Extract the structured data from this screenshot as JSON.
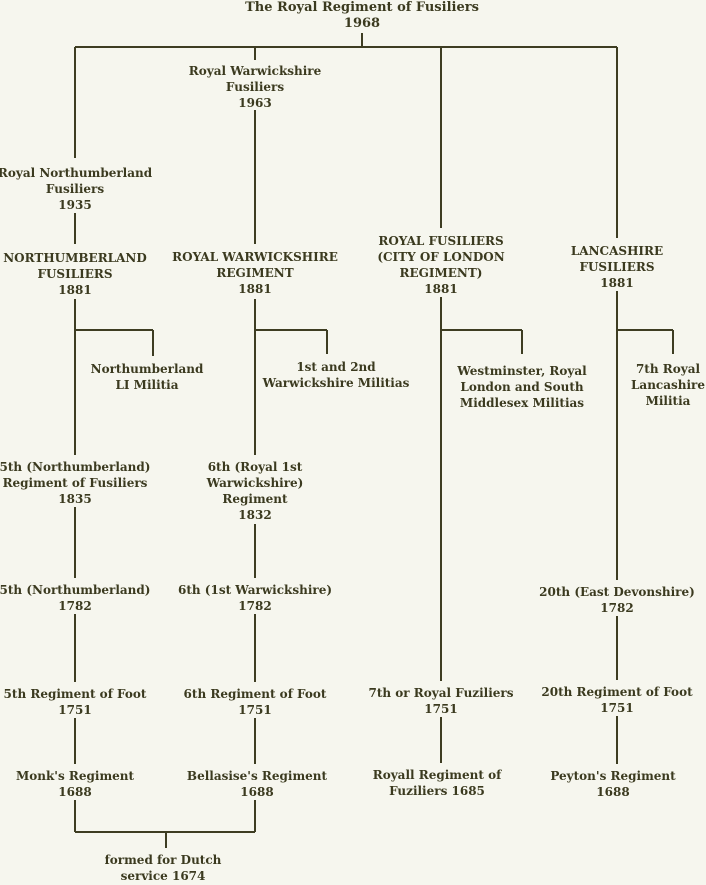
{
  "nodes": {
    "root": {
      "lines": [
        "The Royal Regiment of Fusiliers",
        "1968"
      ]
    },
    "rwf": {
      "lines": [
        "Royal Warwickshire",
        "Fusiliers",
        "1963"
      ]
    },
    "rnf": {
      "lines": [
        "Royal Northumberland",
        "Fusiliers",
        "1935"
      ]
    },
    "nf": {
      "lines": [
        "NORTHUMBERLAND",
        "FUSILIERS",
        "1881"
      ]
    },
    "rwr": {
      "lines": [
        "ROYAL WARWICKSHIRE",
        "REGIMENT",
        "1881"
      ]
    },
    "rf": {
      "lines": [
        "ROYAL FUSILIERS",
        "(CITY OF LONDON",
        "REGIMENT)",
        "1881"
      ]
    },
    "lf": {
      "lines": [
        "LANCASHIRE",
        "FUSILIERS",
        "1881"
      ]
    },
    "nlim": {
      "lines": [
        "Northumberland",
        "LI Militia"
      ]
    },
    "wmil": {
      "lines": [
        "1st and 2nd",
        "Warwickshire Militias"
      ]
    },
    "wlsm": {
      "lines": [
        "Westminster, Royal",
        "London and South",
        "Middlesex Militias"
      ]
    },
    "lmil": {
      "lines": [
        "7th Royal",
        "Lancashire",
        "Militia"
      ]
    },
    "n5_1835": {
      "lines": [
        "5th (Northumberland)",
        "Regiment of Fusiliers",
        "1835"
      ]
    },
    "w6_1832": {
      "lines": [
        "6th (Royal 1st",
        "Warwickshire)",
        "Regiment",
        "1832"
      ]
    },
    "n5_1782": {
      "lines": [
        "5th (Northumberland)",
        "1782"
      ]
    },
    "w6_1782": {
      "lines": [
        "6th (1st Warwickshire)",
        "1782"
      ]
    },
    "l20_1782": {
      "lines": [
        "20th (East Devonshire)",
        "1782"
      ]
    },
    "n5_1751": {
      "lines": [
        "5th Regiment of Foot",
        "1751"
      ]
    },
    "w6_1751": {
      "lines": [
        "6th Regiment of Foot",
        "1751"
      ]
    },
    "r7_1751": {
      "lines": [
        "7th or Royal Fuziliers",
        "1751"
      ]
    },
    "l20_1751": {
      "lines": [
        "20th Regiment of Foot",
        "1751"
      ]
    },
    "monk": {
      "lines": [
        "Monk's Regiment",
        "1688"
      ]
    },
    "bell": {
      "lines": [
        "Bellasise's Regiment",
        "1688"
      ]
    },
    "royall": {
      "lines": [
        "Royall Regiment of",
        "Fuziliers 1685"
      ]
    },
    "peyton": {
      "lines": [
        "Peyton's Regiment",
        "1688"
      ]
    },
    "dutch": {
      "lines": [
        "formed for Dutch",
        "service 1674"
      ]
    }
  }
}
